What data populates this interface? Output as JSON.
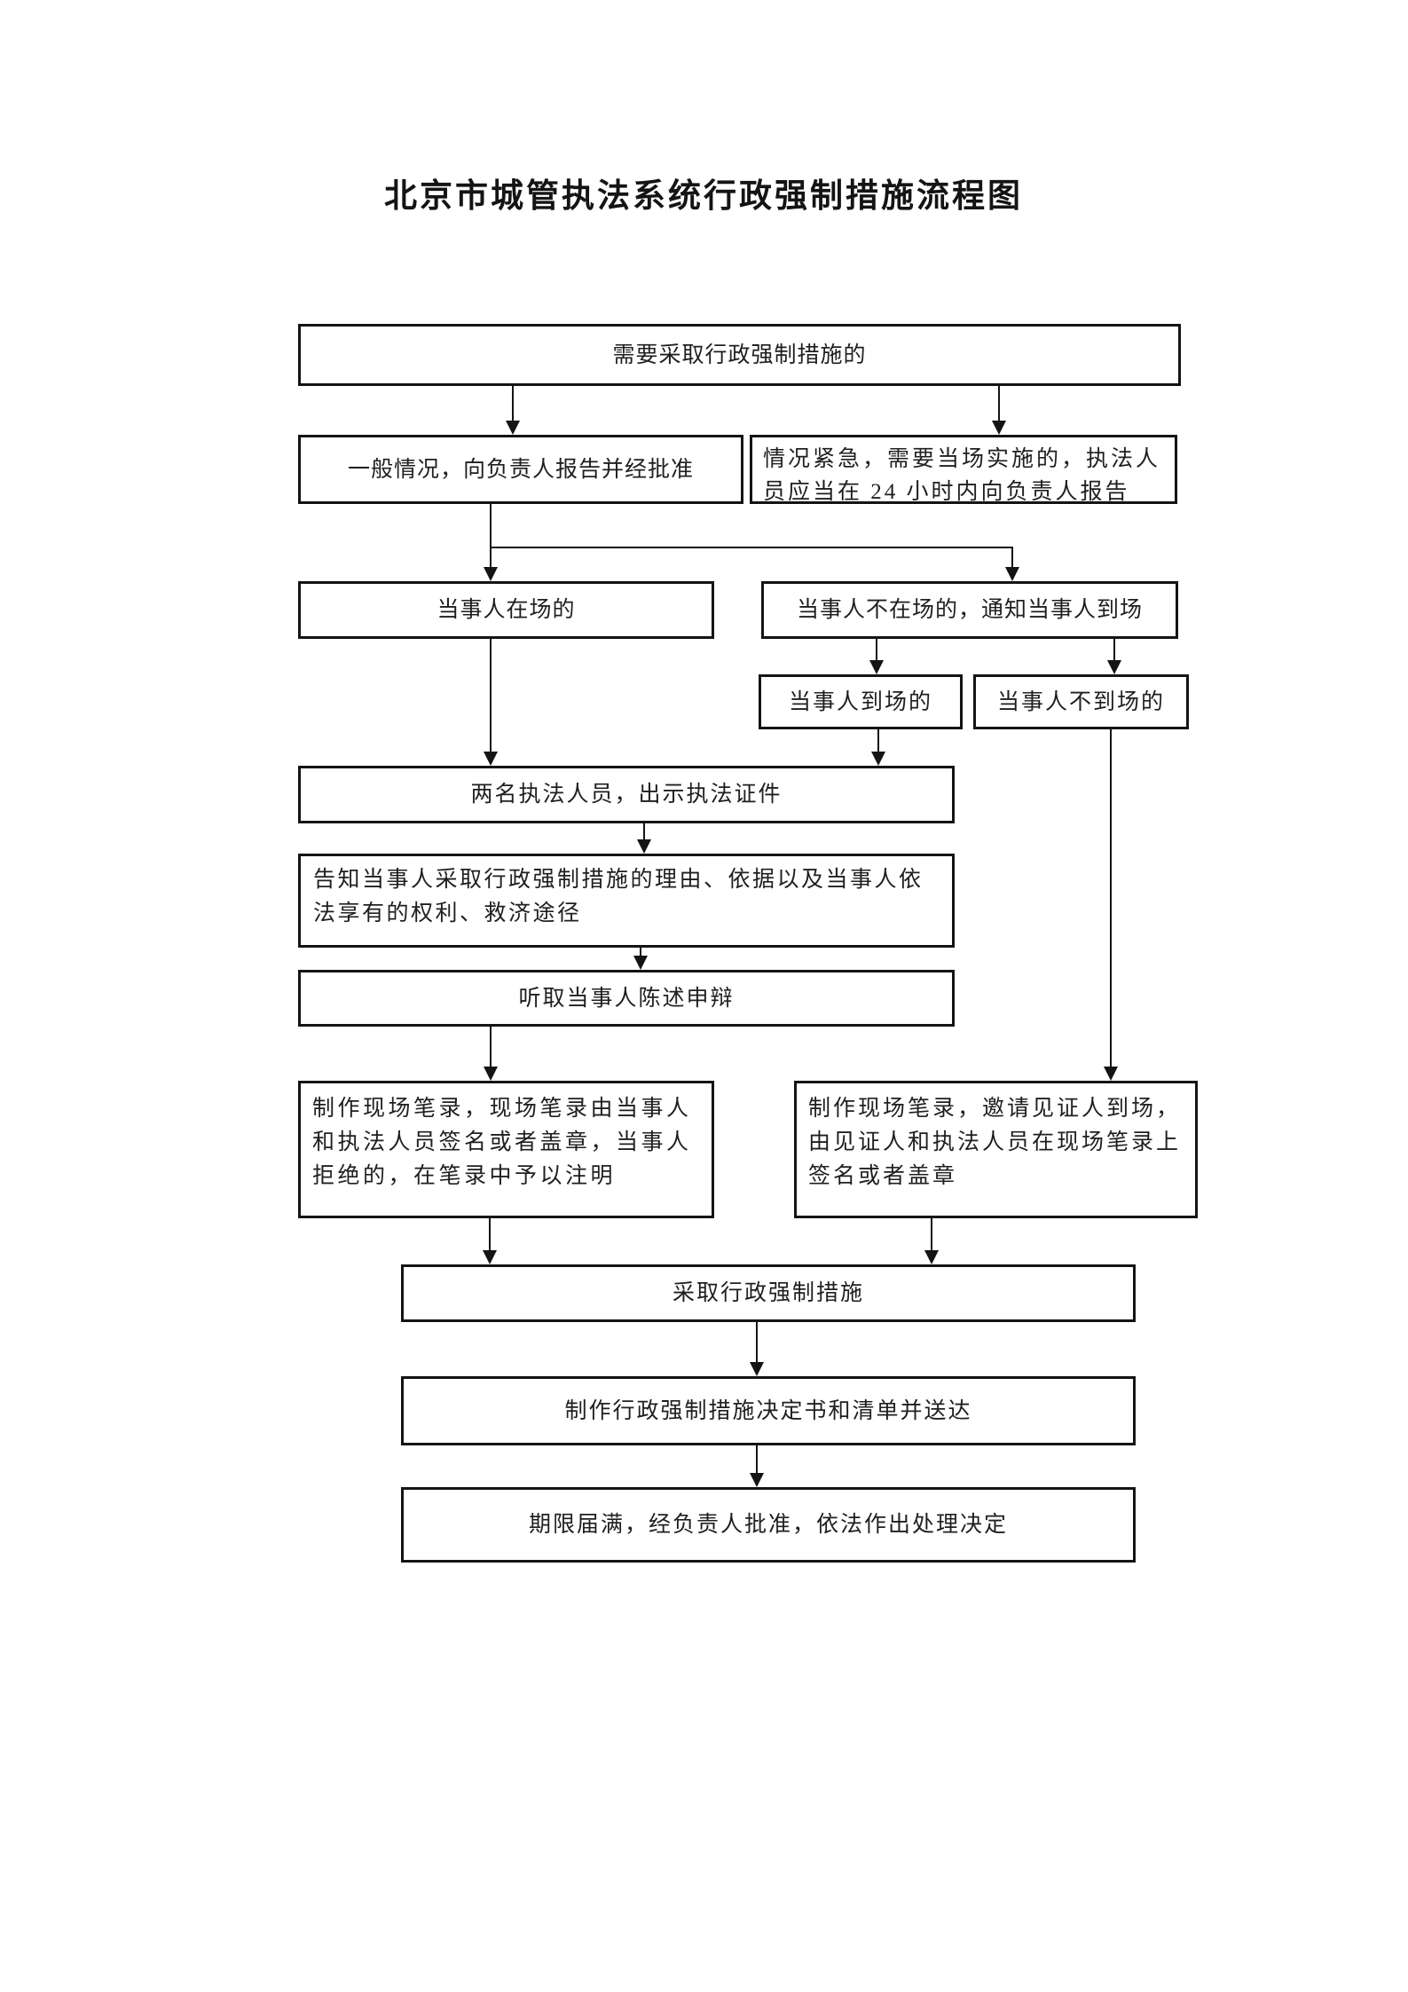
{
  "page": {
    "title": "北京市城管执法系统行政强制措施流程图"
  },
  "nodes": {
    "need_measure": "需要采取行政强制措施的",
    "normal_report": "一般情况，向负责人报告并经批准",
    "urgent_report": "情况紧急，需要当场实施的，执法人员应当在 24 小时内向负责人报告",
    "party_present": "当事人在场的",
    "party_absent": "当事人不在场的，通知当事人到场",
    "party_arrived": "当事人到场的",
    "party_not_arrived": "当事人不到场的",
    "two_officers": "两名执法人员，出示执法证件",
    "inform_rights": "告知当事人采取行政强制措施的理由、依据以及当事人依法享有的权利、救济途径",
    "hear_statement": "听取当事人陈述申辩",
    "record_party": "制作现场笔录，现场笔录由当事人和执法人员签名或者盖章，当事人拒绝的，在笔录中予以注明",
    "record_witness": "制作现场笔录，邀请见证人到场，由见证人和执法人员在现场笔录上签名或者盖章",
    "take_measure": "采取行政强制措施",
    "decision_doc": "制作行政强制措施决定书和清单并送达",
    "deadline_decision": "期限届满，经负责人批准，依法作出处理决定"
  },
  "edges": [
    {
      "from": "need_measure",
      "to": "normal_report"
    },
    {
      "from": "need_measure",
      "to": "urgent_report"
    },
    {
      "from": "normal_report",
      "to": "party_present"
    },
    {
      "from": "normal_report",
      "to": "party_absent"
    },
    {
      "from": "party_absent",
      "to": "party_arrived"
    },
    {
      "from": "party_absent",
      "to": "party_not_arrived"
    },
    {
      "from": "party_present",
      "to": "two_officers"
    },
    {
      "from": "party_arrived",
      "to": "two_officers"
    },
    {
      "from": "two_officers",
      "to": "inform_rights"
    },
    {
      "from": "inform_rights",
      "to": "hear_statement"
    },
    {
      "from": "hear_statement",
      "to": "record_party"
    },
    {
      "from": "party_not_arrived",
      "to": "record_witness"
    },
    {
      "from": "record_party",
      "to": "take_measure"
    },
    {
      "from": "record_witness",
      "to": "take_measure"
    },
    {
      "from": "take_measure",
      "to": "decision_doc"
    },
    {
      "from": "decision_doc",
      "to": "deadline_decision"
    }
  ],
  "colors": {
    "line": "#141414",
    "text": "#1f1f1f",
    "background": "#ffffff"
  }
}
